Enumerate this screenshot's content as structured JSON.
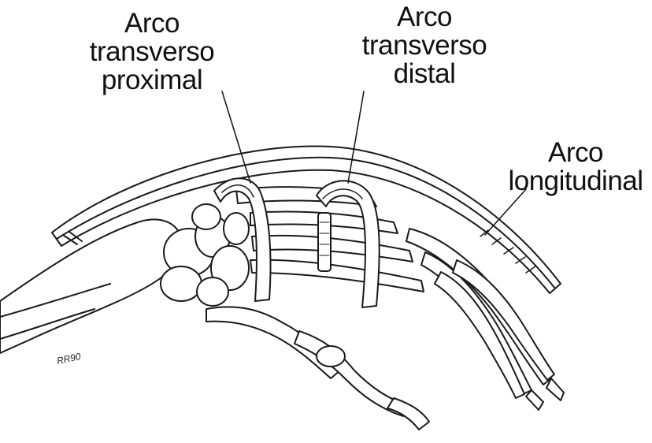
{
  "labels": {
    "proximal": [
      "Arco",
      "transverso",
      "proximal"
    ],
    "distal": [
      "Arco",
      "transverso",
      "distal"
    ],
    "longitudinal": [
      "Arco",
      "longitudinal"
    ]
  },
  "signature": "RR90",
  "colors": {
    "ink": "#1a1a1a",
    "paper": "#ffffff"
  }
}
